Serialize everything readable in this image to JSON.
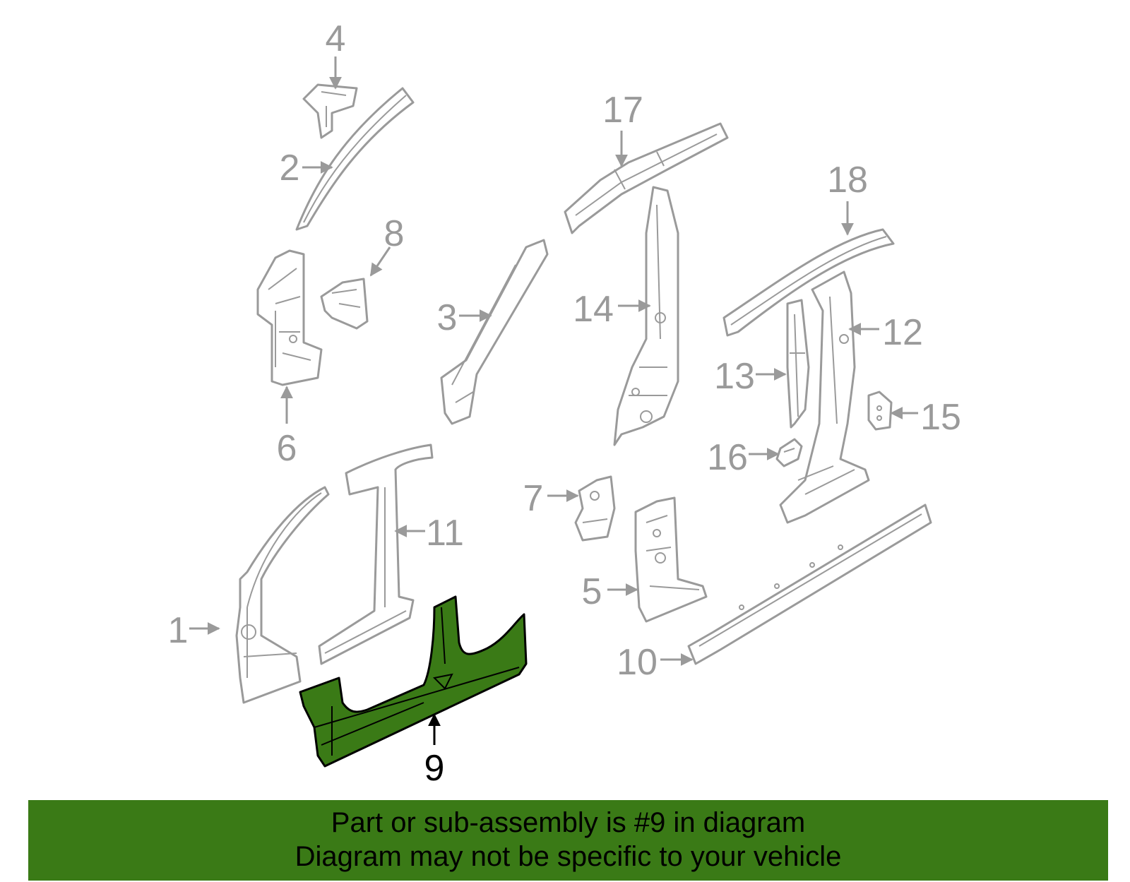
{
  "diagram": {
    "highlighted_part": "9",
    "highlight_color": "#3a7a16",
    "part_line_color": "#9a9a9a",
    "callouts": {
      "c1": "1",
      "c2": "2",
      "c3": "3",
      "c4": "4",
      "c5": "5",
      "c6": "6",
      "c7": "7",
      "c8": "8",
      "c9": "9",
      "c10": "10",
      "c11": "11",
      "c12": "12",
      "c13": "13",
      "c14": "14",
      "c15": "15",
      "c16": "16",
      "c17": "17",
      "c18": "18"
    }
  },
  "footer": {
    "line1": "Part or sub-assembly is #9 in diagram",
    "line2": "Diagram may not be specific to your vehicle",
    "background": "#3a7a16"
  }
}
